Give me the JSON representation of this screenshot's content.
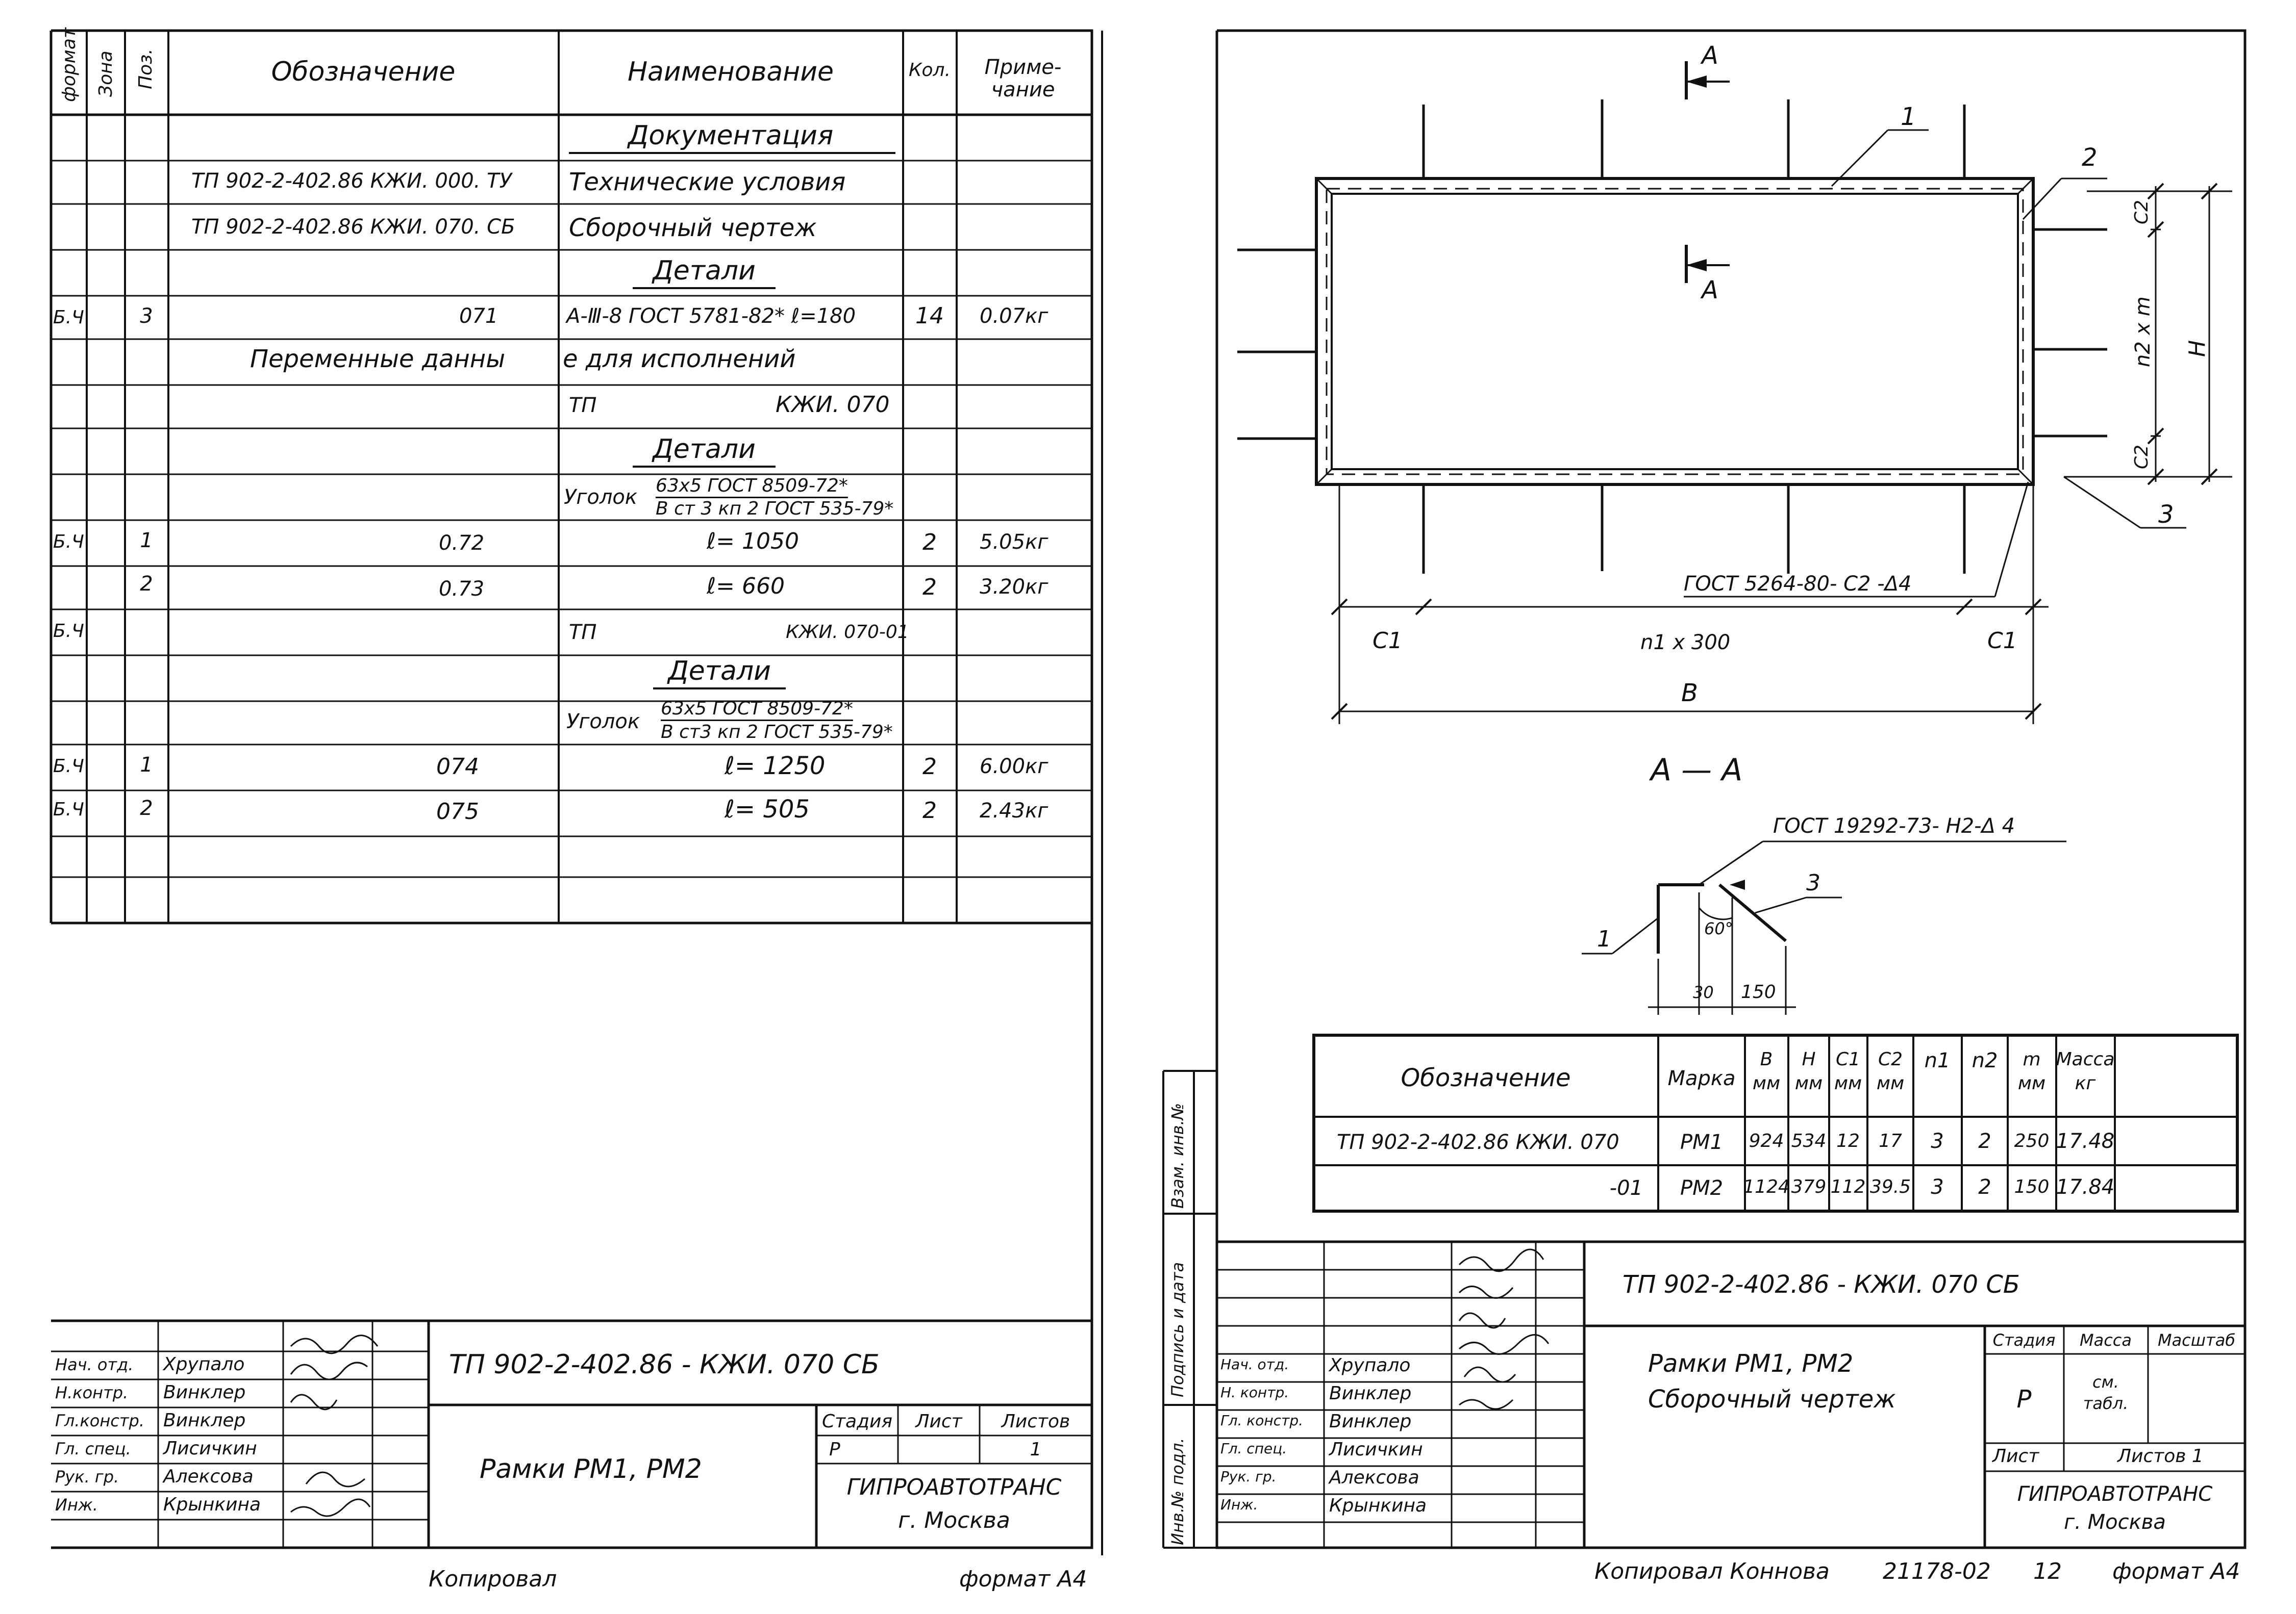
{
  "left_sheet": {
    "spec_header": {
      "format": "формат",
      "zone": "Зона",
      "pos": "Поз.",
      "designation": "Обозначение",
      "name": "Наименование",
      "qty": "Кол.",
      "note": "Приме-\nчание"
    },
    "sections": {
      "documentation": "Документация",
      "details1": "Детали",
      "details2": "Детали",
      "details3": "Детали",
      "variable_left": "Переменные   данны",
      "variable_right": "е  для   исполнений"
    },
    "rows": [
      {
        "designation": "ТП 902-2-402.86   КЖИ. 000. ТУ",
        "name": "Технические   условия"
      },
      {
        "designation": "ТП 902-2-402.86   КЖИ. 070. СБ",
        "name": "Сборочный   чертеж"
      },
      {
        "format": "Б.Ч",
        "pos": "3",
        "designation": "071",
        "name": "А-Ⅲ-8 ГОСТ 5781-82* ℓ=180",
        "qty": "14",
        "note": "0.07кг"
      },
      {
        "name_left": "ТП",
        "name_right": "КЖИ. 070"
      },
      {
        "angle_label": "Уголок",
        "angle_top": "63х5 ГОСТ 8509-72*",
        "angle_bottom": "В ст 3 кп 2 ГОСТ 535-79*"
      },
      {
        "format": "Б.Ч",
        "pos": "1",
        "designation": "0.72",
        "name": "ℓ= 1050",
        "qty": "2",
        "note": "5.05кг"
      },
      {
        "pos": "2",
        "designation": "0.73",
        "name": "ℓ= 660",
        "qty": "2",
        "note": "3.20кг"
      },
      {
        "format": "Б.Ч",
        "name_left": "ТП",
        "name_right": "КЖИ. 070-01"
      },
      {
        "angle_label": "Уголок",
        "angle_top": "63х5 ГОСТ 8509-72*",
        "angle_bottom": "В ст3 кп 2 ГОСТ 535-79*"
      },
      {
        "format": "Б.Ч",
        "pos": "1",
        "designation": "074",
        "name": "ℓ= 1250",
        "qty": "2",
        "note": "6.00кг"
      },
      {
        "format": "Б.Ч",
        "pos": "2",
        "designation": "075",
        "name": "ℓ= 505",
        "qty": "2",
        "note": "2.43кг"
      }
    ],
    "title_block": {
      "code": "ТП 902-2-402.86      -  КЖИ.  070  СБ",
      "title": "Рамки  РМ1,  РМ2",
      "stage_label": "Стадия",
      "sheet_label": "Лист",
      "sheets_label": "Листов",
      "stage": "Р",
      "sheets": "1",
      "org": "ГИПРОАВТОТРАНС",
      "city": "г. Москва",
      "people": [
        {
          "role": "Нач. отд.",
          "name": "Хрупало"
        },
        {
          "role": "Н.контр.",
          "name": "Винклер"
        },
        {
          "role": "Гл.констр.",
          "name": "Винклер"
        },
        {
          "role": "Гл. спец.",
          "name": "Лисичкин"
        },
        {
          "role": "Рук. гр.",
          "name": "Алексова"
        },
        {
          "role": "Инж.",
          "name": "Крынкина"
        }
      ]
    },
    "footer_copied": "Копировал",
    "footer_format": "формат А4"
  },
  "right_sheet": {
    "side_stamps": [
      "Инв.№ подл.",
      "Подпись и дата",
      "Взам. инв.№"
    ],
    "drawing": {
      "section_mark": "А",
      "callout_1": "1",
      "callout_2": "2",
      "callout_3": "3",
      "dim_c2_top": "С2",
      "dim_n2m": "n2 х m",
      "dim_c2_bottom": "С2",
      "dim_h": "Н",
      "weld_note": "ГОСТ  5264-80- С2 -Δ4",
      "dim_c1_left": "С1",
      "dim_n1": "n1 х  300",
      "dim_c1_right": "С1",
      "dim_b": "В",
      "section_title": "А  —  А",
      "weld_note_2": "ГОСТ  19292-73- Н2-Δ 4",
      "angle_60": "60°",
      "dim_30": "30",
      "dim_150": "150"
    },
    "params_table": {
      "headers": [
        "Обозначение",
        "Марка",
        "В\nмм",
        "Н\nмм",
        "С1\nмм",
        "С2\nмм",
        "n1",
        "n2",
        "m\nмм",
        "Масса\nкг"
      ],
      "rows": [
        [
          "ТП 902-2-402.86   КЖИ.  070",
          "РМ1",
          "924",
          "534",
          "12",
          "17",
          "3",
          "2",
          "250",
          "17.48"
        ],
        [
          "-01",
          "РМ2",
          "1124",
          "379",
          "112",
          "39.5",
          "3",
          "2",
          "150",
          "17.84"
        ]
      ]
    },
    "title_block": {
      "code": "ТП  902-2-402.86       -  КЖИ.  070  СБ",
      "title_1": "Рамки  РМ1,  РМ2",
      "title_2": "Сборочный   чертеж",
      "stage_label": "Стадия",
      "mass_label": "Масса",
      "scale_label": "Масштаб",
      "stage": "Р",
      "mass": "см.\nтабл.",
      "sheet_label": "Лист",
      "sheets_label": "Листов 1",
      "org": "ГИПРОАВТОТРАНС",
      "city": "г.  Москва",
      "people": [
        {
          "role": "Нач. отд.",
          "name": "Хрупало"
        },
        {
          "role": "Н. контр.",
          "name": "Винклер"
        },
        {
          "role": "Гл. констр.",
          "name": "Винклер"
        },
        {
          "role": "Гл. спец.",
          "name": "Лисичкин"
        },
        {
          "role": "Рук. гр.",
          "name": "Алексова"
        },
        {
          "role": "Инж.",
          "name": "Крынкина"
        }
      ]
    },
    "footer_copied": "Копировал  Коннова",
    "footer_order": "21178-02",
    "footer_sheet": "12",
    "footer_format": "формат А4"
  }
}
